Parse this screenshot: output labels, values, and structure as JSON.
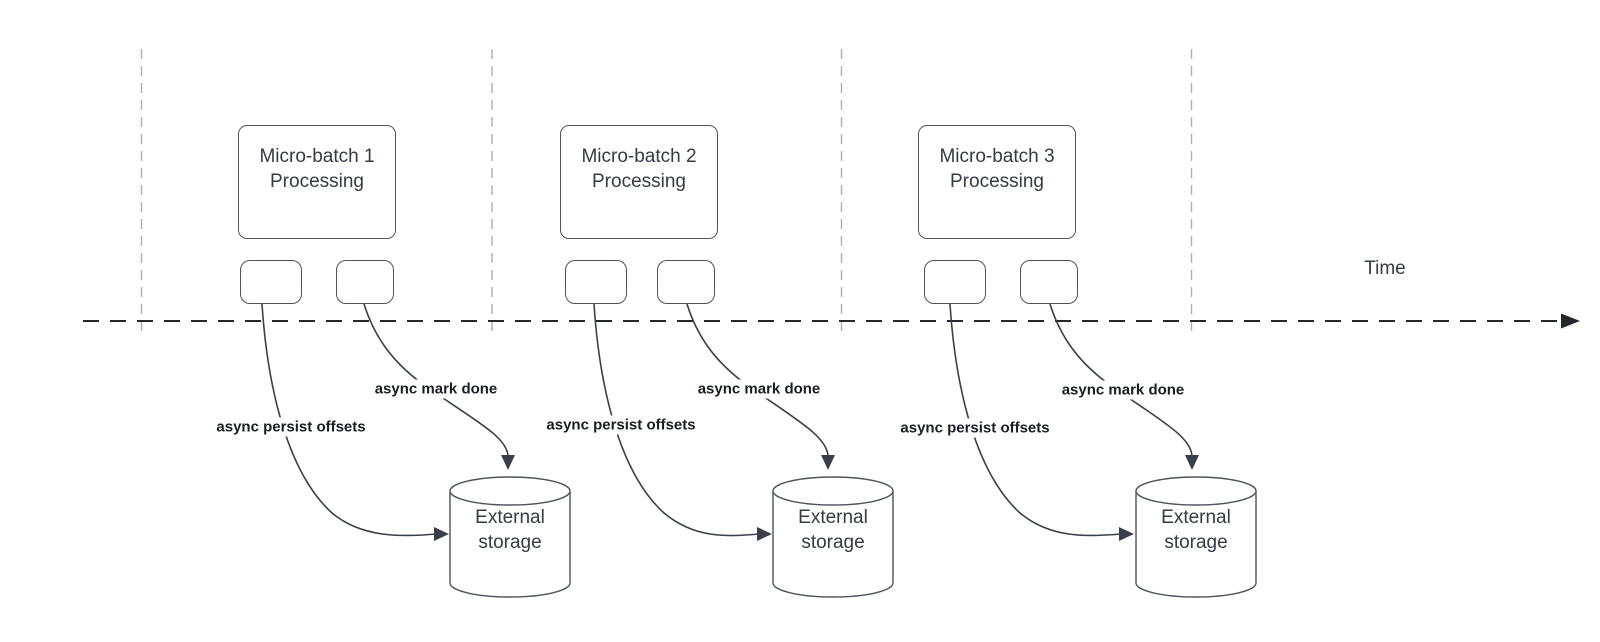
{
  "colors": {
    "background": "#ffffff",
    "border": "#4e545c",
    "arrow": "#3a404a",
    "label_text": "#343b45",
    "bold_label_text": "#191d24",
    "guide_line": "#b0b0b0",
    "timeline": "#24262b"
  },
  "timeline": {
    "label": "Time"
  },
  "groups": [
    {
      "title_line1": "Micro-batch 1",
      "title_line2": "Processing",
      "persist_label": "async persist offsets",
      "mark_label": "async mark done",
      "storage_line1": "External",
      "storage_line2": "storage"
    },
    {
      "title_line1": "Micro-batch 2",
      "title_line2": "Processing",
      "persist_label": "async persist offsets",
      "mark_label": "async mark done",
      "storage_line1": "External",
      "storage_line2": "storage"
    },
    {
      "title_line1": "Micro-batch 3",
      "title_line2": "Processing",
      "persist_label": "async persist offsets",
      "mark_label": "async mark done",
      "storage_line1": "External",
      "storage_line2": "storage"
    }
  ]
}
